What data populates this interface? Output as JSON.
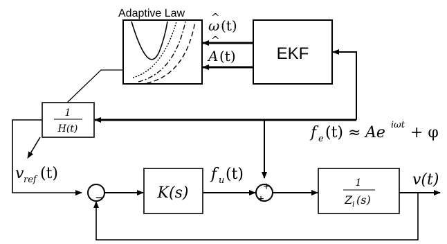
{
  "adaptive_law": {
    "label": "Adaptive Law"
  },
  "ekf": {
    "label": "EKF"
  },
  "omega_hat": {
    "hat": "^",
    "base": "ω",
    "arg": "(t)"
  },
  "a_hat": {
    "hat": "^",
    "base": "A",
    "arg": "(t)"
  },
  "inv_h": {
    "num": "1",
    "den": "H(t)"
  },
  "inv_z": {
    "num": "1",
    "den_base": "Z",
    "den_sub": "i",
    "den_arg": "(s)"
  },
  "k_block": {
    "label": "K(s)"
  },
  "fe": {
    "base": "f",
    "sub": "e",
    "arg": "(t)",
    "approx": "≈",
    "amp": "Ae",
    "exp": "iωt",
    "tail": "+ φ"
  },
  "vref": {
    "base": "v",
    "sub": "ref",
    "arg": "(t)"
  },
  "fu": {
    "base": "f",
    "sub": "u",
    "arg": "(t)"
  },
  "vt": {
    "label": "v(t)"
  },
  "sum1": {
    "minus_sign": "−"
  },
  "sum2": {
    "plus_top": "+",
    "plus_bottom": "+"
  }
}
